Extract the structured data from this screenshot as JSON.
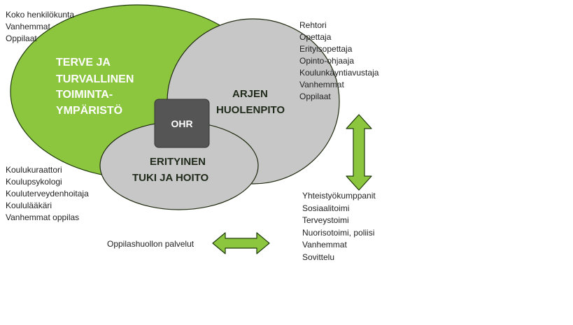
{
  "colors": {
    "green": "#8cc63f",
    "green_stroke": "#1f3a0b",
    "gray": "#c7c7c7",
    "gray_stroke": "#1f2a10",
    "ohr_box": "#555555",
    "text_white": "#ffffff",
    "text_dark": "#1f2a1a"
  },
  "diagram": {
    "green_circle_label": [
      "TERVE JA",
      "TURVALLINEN",
      "TOIMINTA-",
      "YMPÄRISTÖ"
    ],
    "gray_right_label": [
      "ARJEN",
      "HUOLENPITO"
    ],
    "gray_bottom_label": [
      "ERITYINEN",
      "TUKI JA HOITO"
    ],
    "center_box_label": "OHR"
  },
  "lists": {
    "top_left": [
      "Koko henkilökunta",
      "Vanhemmat",
      "Oppilaat"
    ],
    "right_top": [
      "Rehtori",
      "Opettaja",
      "Erityisopettaja",
      "Opinto-ohjaaja",
      "Koulunkäyntiavustaja",
      "Vanhemmat",
      "Oppilaat"
    ],
    "bottom_left": [
      "Koulukuraattori",
      "Koulupsykologi",
      "Kouluterveydenhoitaja",
      "Koululääkäri",
      "Vanhemmat oppilas"
    ],
    "right_bottom": [
      "Yhteistyökumppanit",
      "Sosiaalitoimi",
      "Terveystoimi",
      "Nuorisotoimi, poliisi",
      "Vanhemmat",
      "Sovittelu"
    ]
  },
  "caption": "Oppilashuollon palvelut"
}
